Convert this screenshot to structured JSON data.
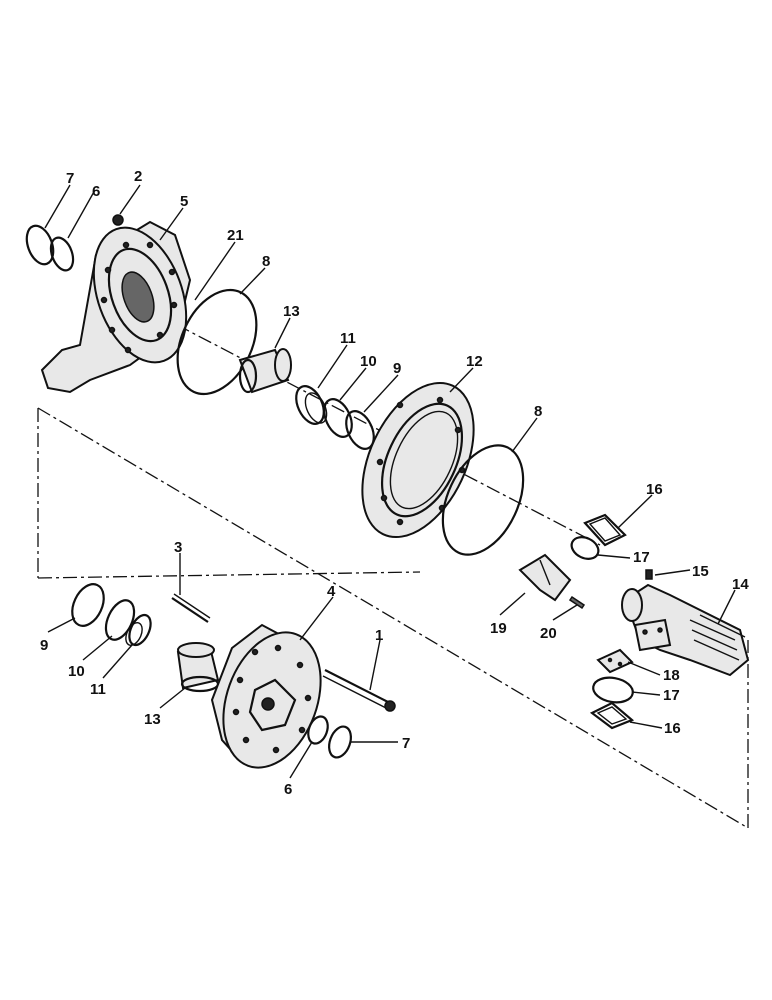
{
  "callouts": {
    "c1": "1",
    "c2": "2",
    "c3": "3",
    "c4": "4",
    "c5": "5",
    "c6a": "6",
    "c6b": "6",
    "c7a": "7",
    "c7b": "7",
    "c8a": "8",
    "c8b": "8",
    "c9a": "9",
    "c9b": "9",
    "c10a": "10",
    "c10b": "10",
    "c11a": "11",
    "c11b": "11",
    "c12": "12",
    "c13a": "13",
    "c13b": "13",
    "c14": "14",
    "c15": "15",
    "c16a": "16",
    "c16b": "16",
    "c17a": "17",
    "c17b": "17",
    "c18": "18",
    "c19": "19",
    "c20": "20",
    "c21": "21"
  }
}
